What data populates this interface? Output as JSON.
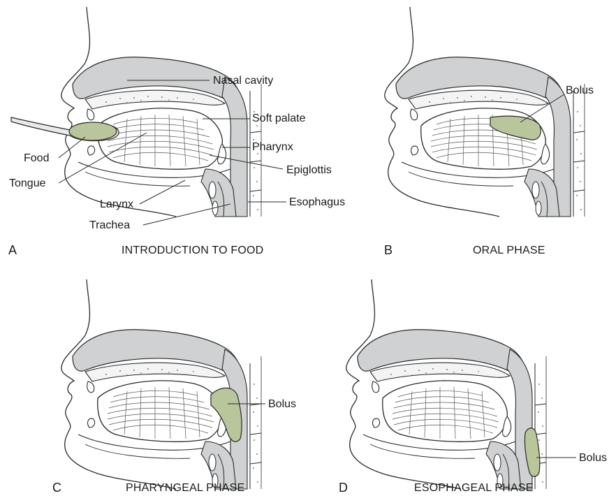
{
  "panels": [
    {
      "letter": "A",
      "caption": "INTRODUCTION TO FOOD",
      "labels": {
        "nasal_cavity": "Nasal cavity",
        "soft_palate": "Soft palate",
        "pharynx": "Pharynx",
        "epiglottis": "Epiglottis",
        "esophagus": "Esophagus",
        "food": "Food",
        "tongue": "Tongue",
        "larynx": "Larynx",
        "trachea": "Trachea"
      }
    },
    {
      "letter": "B",
      "caption": "ORAL PHASE",
      "labels": {
        "bolus": "Bolus"
      }
    },
    {
      "letter": "C",
      "caption": "PHARYNGEAL PHASE",
      "labels": {
        "bolus": "Bolus"
      }
    },
    {
      "letter": "D",
      "caption": "ESOPHAGEAL PHASE",
      "labels": {
        "bolus": "Bolus"
      }
    }
  ],
  "colors": {
    "tissue_gray": "#cfd1d2",
    "bolus_green": "#b9c59a",
    "line": "#2a2a2a"
  }
}
